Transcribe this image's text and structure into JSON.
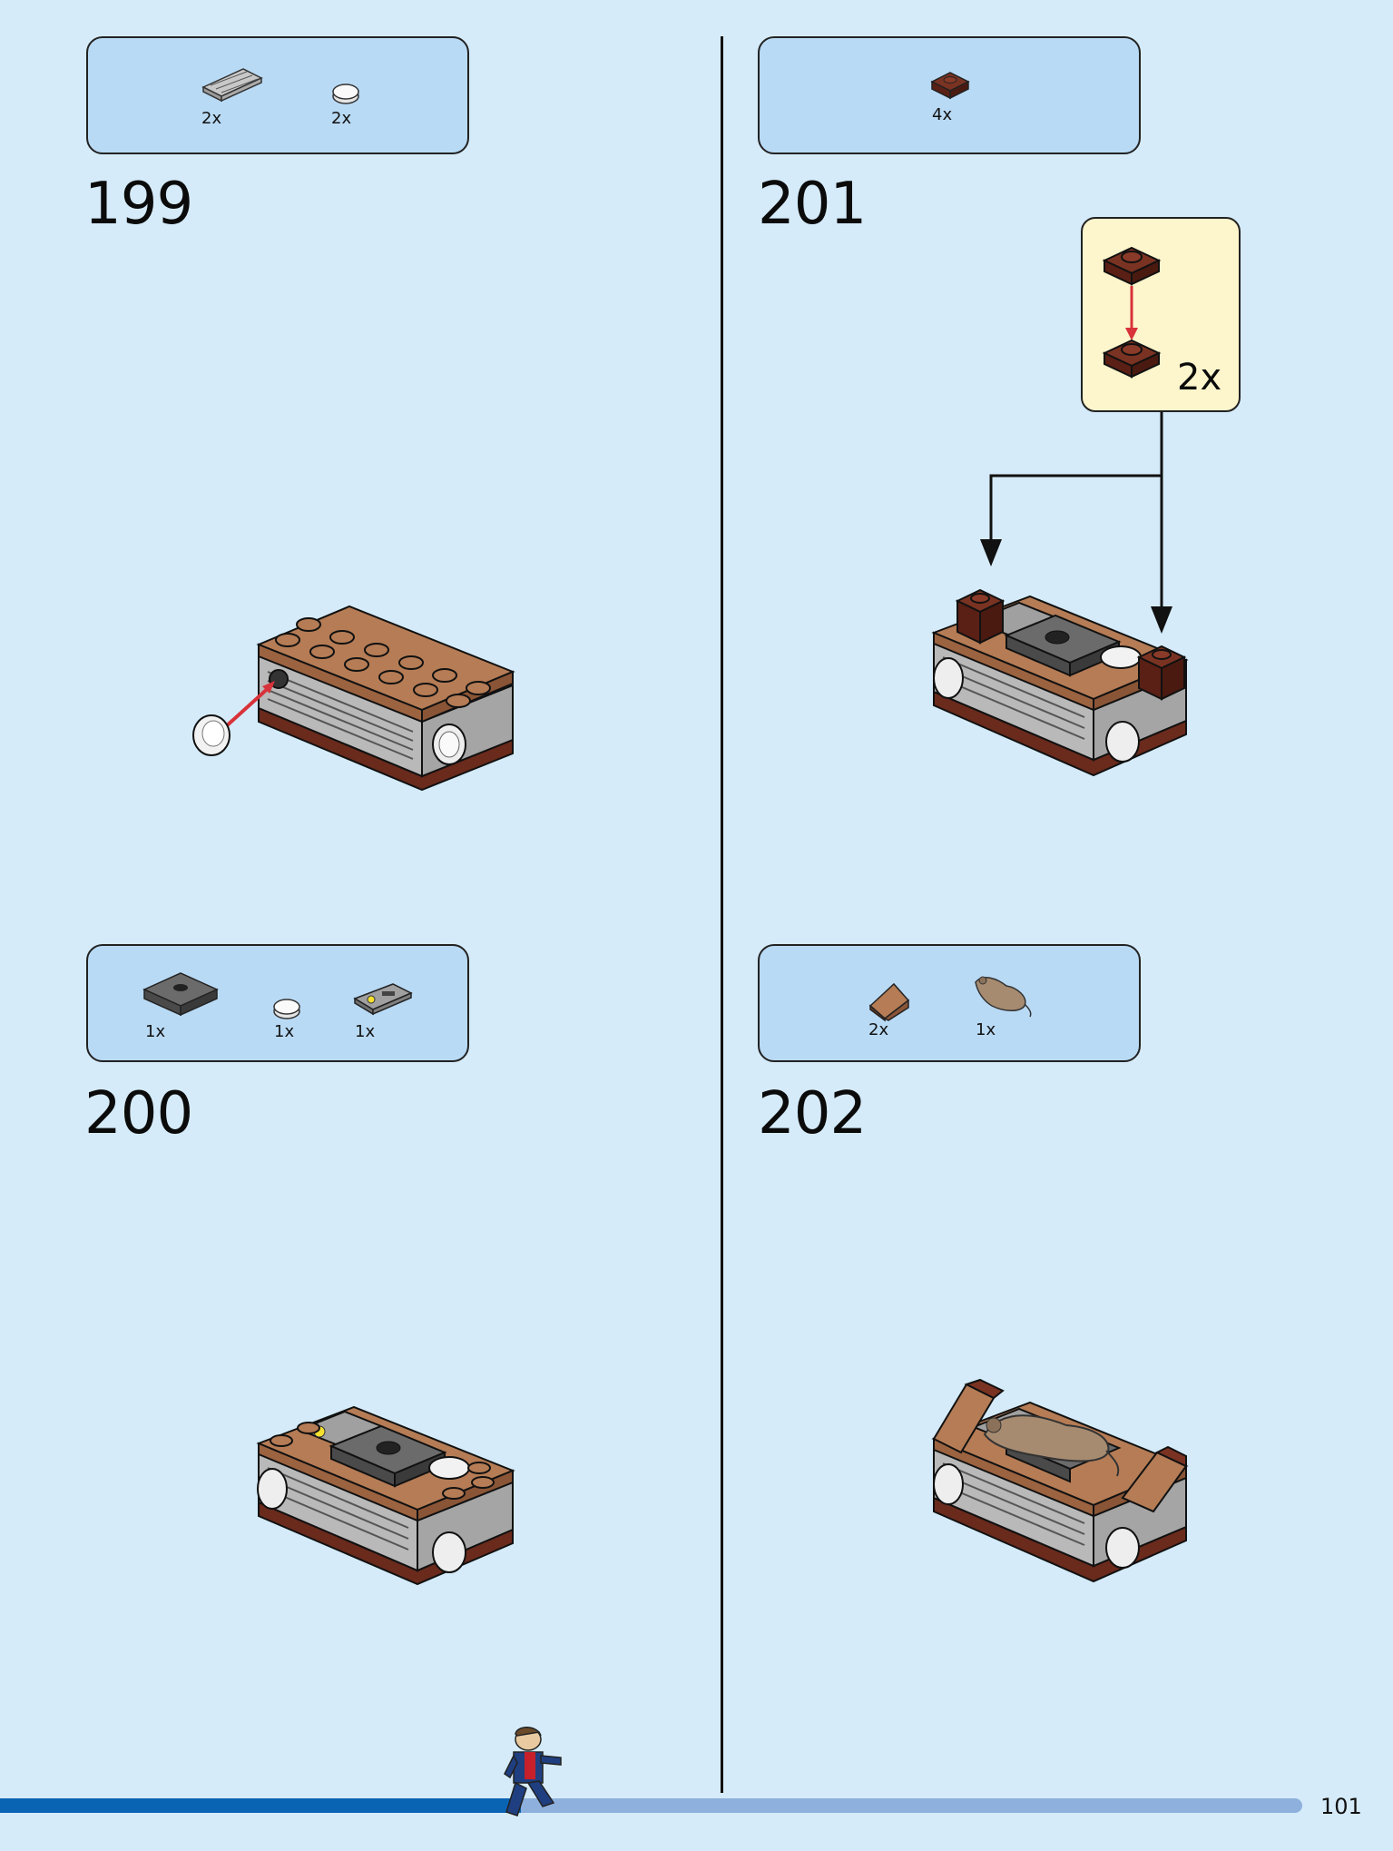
{
  "page": {
    "number": "101",
    "progress": 0.4
  },
  "steps": [
    {
      "number": "199",
      "parts": [
        {
          "icon": "gray-tile-grille-icon",
          "qty": "2x"
        },
        {
          "icon": "white-round-tile-icon",
          "qty": "2x"
        }
      ]
    },
    {
      "number": "200",
      "parts": [
        {
          "icon": "dark-gray-plate-icon",
          "qty": "1x"
        },
        {
          "icon": "white-round-tile-icon",
          "qty": "1x"
        },
        {
          "icon": "printed-control-tile-icon",
          "qty": "1x"
        }
      ]
    },
    {
      "number": "201",
      "parts": [
        {
          "icon": "reddish-brown-plate-icon",
          "qty": "4x"
        }
      ],
      "callout_qty": "2x"
    },
    {
      "number": "202",
      "parts": [
        {
          "icon": "brown-slope-icon",
          "qty": "2x"
        },
        {
          "icon": "rat-figure-icon",
          "qty": "1x"
        }
      ]
    }
  ],
  "colors": {
    "background": "#d5ebf9",
    "parts_box": "#b9daf5",
    "callout": "#fdf5cc",
    "progress_fill": "#0a64b4",
    "progress_track": "#8eb0dc",
    "brick_brown": "#b57c55",
    "brick_dark_brown": "#6a2a1c",
    "arrow_red": "#d8323a"
  }
}
